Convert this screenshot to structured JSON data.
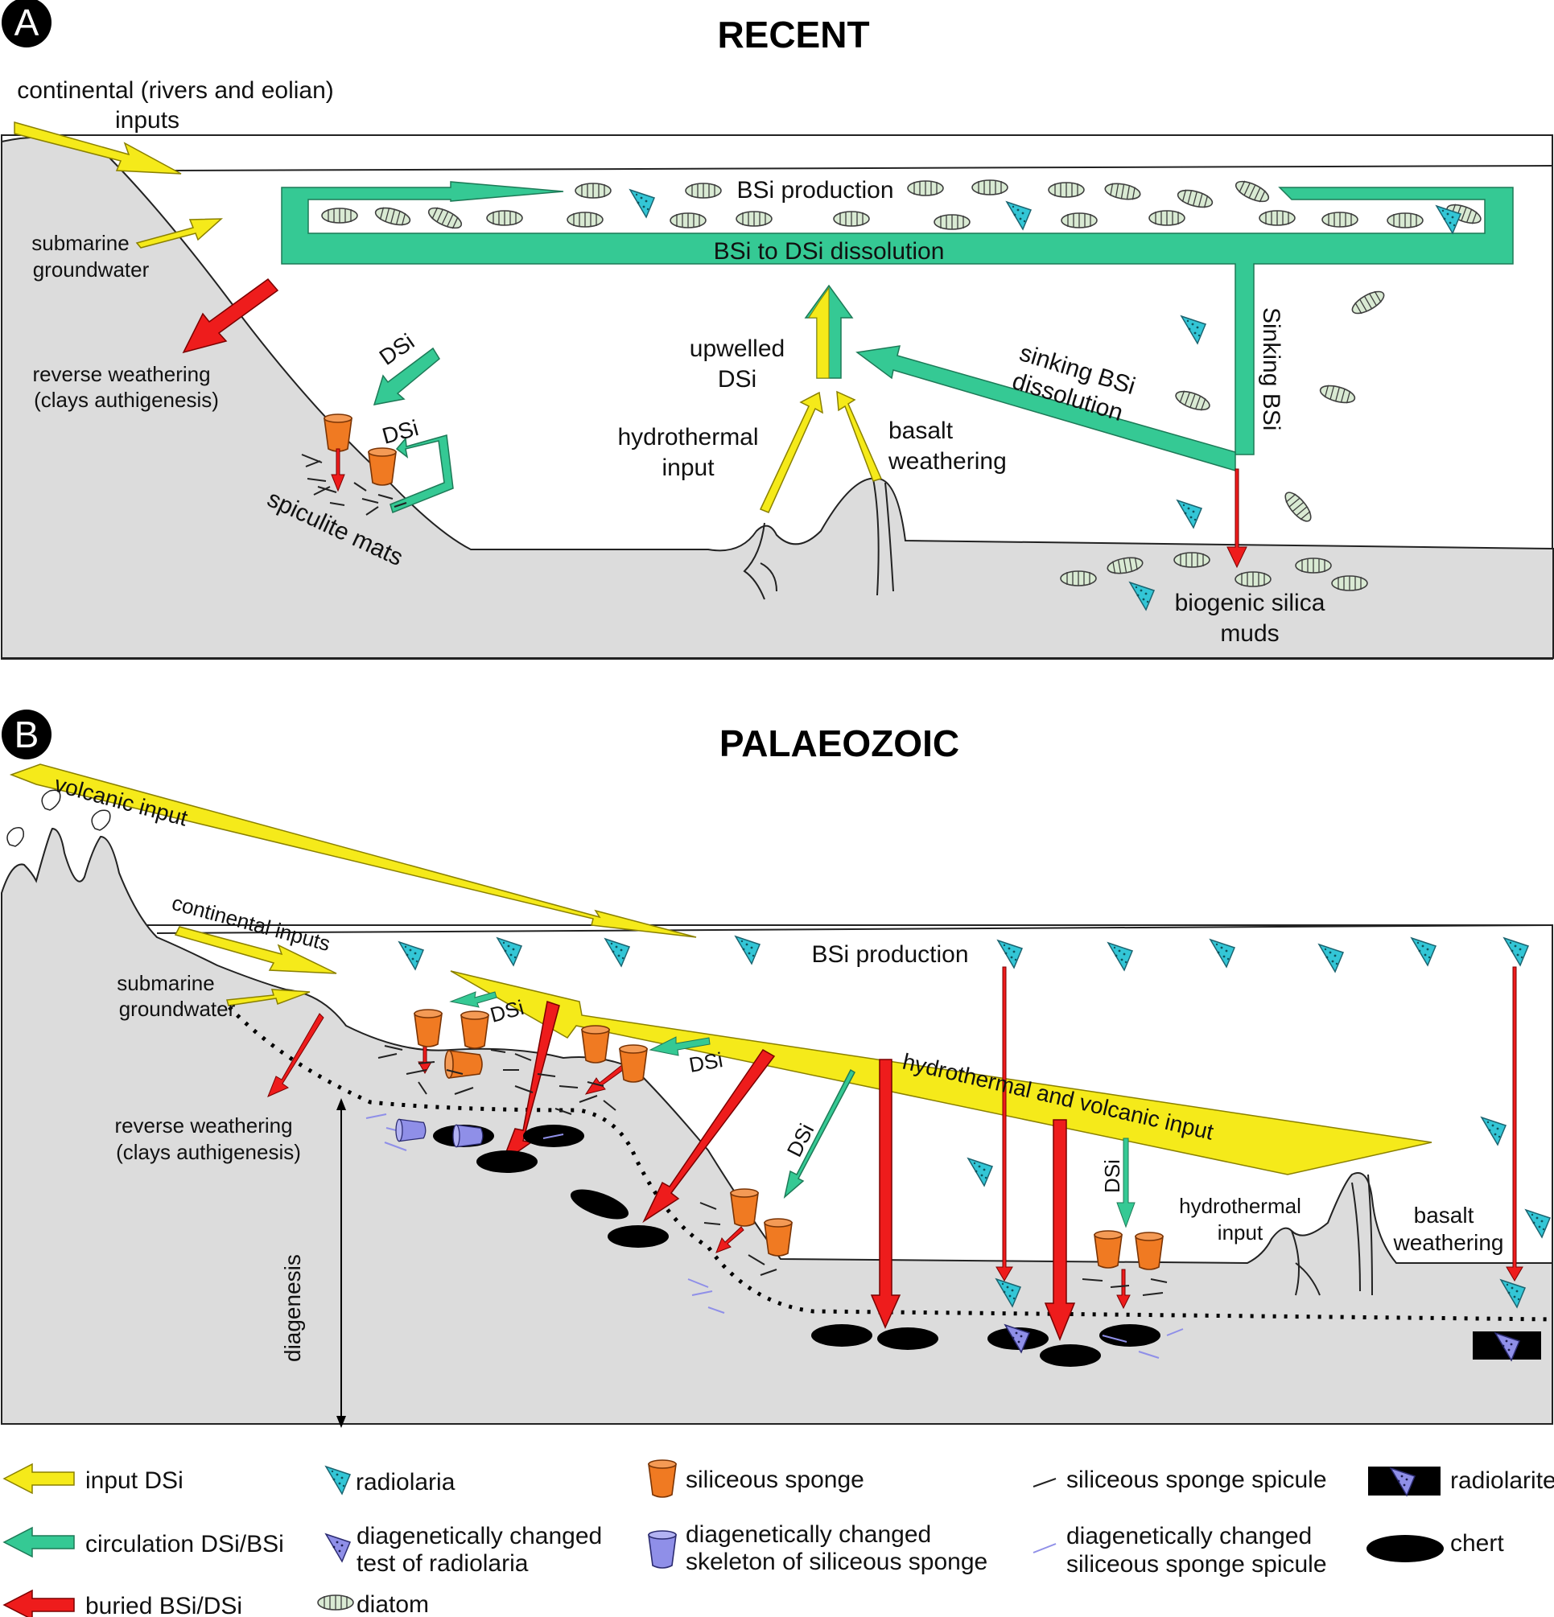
{
  "panel_a": {
    "badge": "A",
    "title": "RECENT",
    "labels": {
      "continental_1": "continental (rivers and eolian)",
      "continental_2": "inputs",
      "groundwater_1": "submarine",
      "groundwater_2": "groundwater",
      "reverse_1": "reverse weathering",
      "reverse_2": "(clays authigenesis)",
      "dsi_1": "DSi",
      "dsi_2": "DSi",
      "spiculite": "spiculite mats",
      "bsi_production": "BSi production",
      "bsi_dissolution": "BSi to DSi dissolution",
      "upwelled_1": "upwelled",
      "upwelled_2": "DSi",
      "hydro_1": "hydrothermal",
      "hydro_2": "input",
      "basalt_1": "basalt",
      "basalt_2": "weathering",
      "sinking_diss_1": "sinking BSi",
      "sinking_diss_2": "dissolution",
      "sinking_bsi": "Sinking BSi",
      "muds_1": "biogenic silica",
      "muds_2": "muds"
    }
  },
  "panel_b": {
    "badge": "B",
    "title": "PALAEOZOIC",
    "labels": {
      "volcanic": "volcanic input",
      "continental": "continental inputs",
      "groundwater_1": "submarine",
      "groundwater_2": "groundwater",
      "reverse_1": "reverse weathering",
      "reverse_2": "(clays authigenesis)",
      "diagenesis": "diagenesis",
      "dsi_1": "DSi",
      "dsi_2": "DSi",
      "dsi_3": "DSi",
      "dsi_4": "DSi",
      "bsi_production": "BSi production",
      "hydro_volcanic": "hydrothermal and volcanic input",
      "hydro_1": "hydrothermal",
      "hydro_2": "input",
      "basalt_1": "basalt",
      "basalt_2": "weathering"
    }
  },
  "legend": {
    "input_dsi": "input DSi",
    "circulation": "circulation DSi/BSi",
    "buried": "buried BSi/DSi",
    "radiolaria": "radiolaria",
    "diag_radio_1": "diagenetically changed",
    "diag_radio_2": "test of radiolaria",
    "diatom": "diatom",
    "sponge": "siliceous sponge",
    "diag_sponge_1": "diagenetically changed",
    "diag_sponge_2": "skeleton of siliceous sponge",
    "spicule": "siliceous sponge spicule",
    "diag_spicule_1": "diagenetically changed",
    "diag_spicule_2": "siliceous sponge spicule",
    "radiolarite": "radiolarite",
    "chert": "chert"
  },
  "colors": {
    "input": "#f5ea1a",
    "circulation": "#35c994",
    "buried": "#ee1c1c",
    "sediment": "#dcdcdc",
    "sponge": "#f07a22",
    "radiolaria": "#33c6d6",
    "diag": "#8f8fe8",
    "diatom": "#d9ead3"
  }
}
